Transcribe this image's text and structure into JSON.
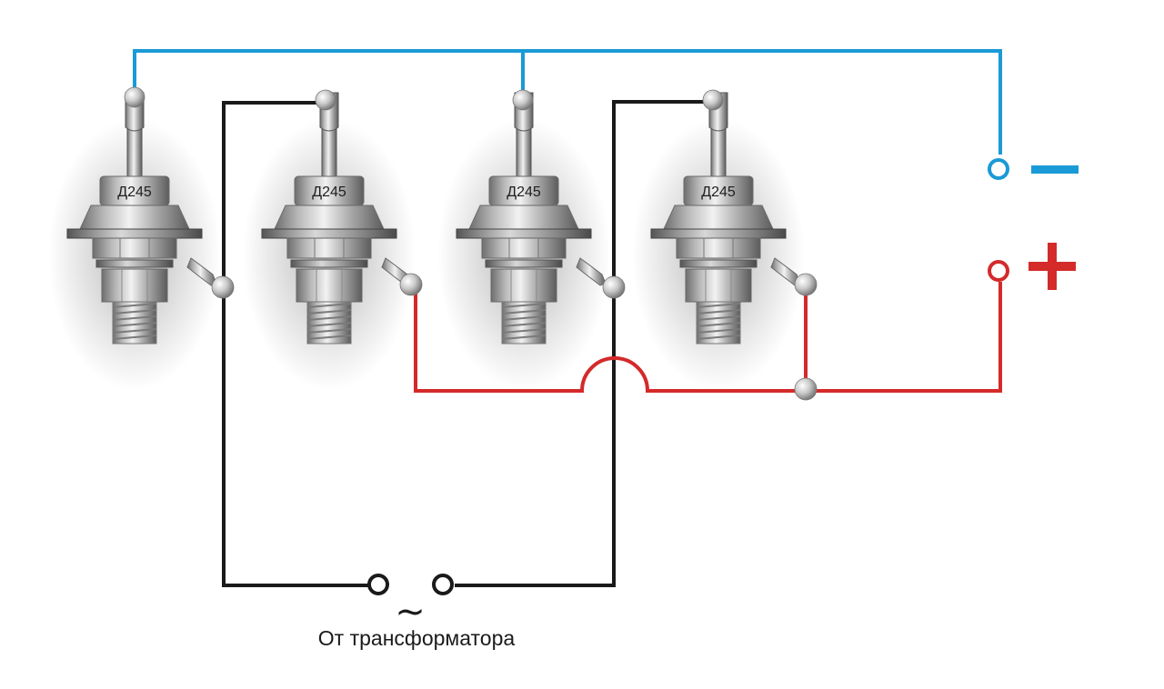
{
  "diagram": {
    "diodes": [
      {
        "label": "Д245"
      },
      {
        "label": "Д245"
      },
      {
        "label": "Д245"
      },
      {
        "label": "Д245"
      }
    ],
    "terminals": {
      "negative_symbol": "−",
      "positive_symbol": "+",
      "ac_symbol": "~"
    },
    "caption": "От трансформатора",
    "colors": {
      "negative_wire": "#1a9ad6",
      "positive_wire": "#d42a2a",
      "ac_wire": "#1a1a1a"
    }
  }
}
